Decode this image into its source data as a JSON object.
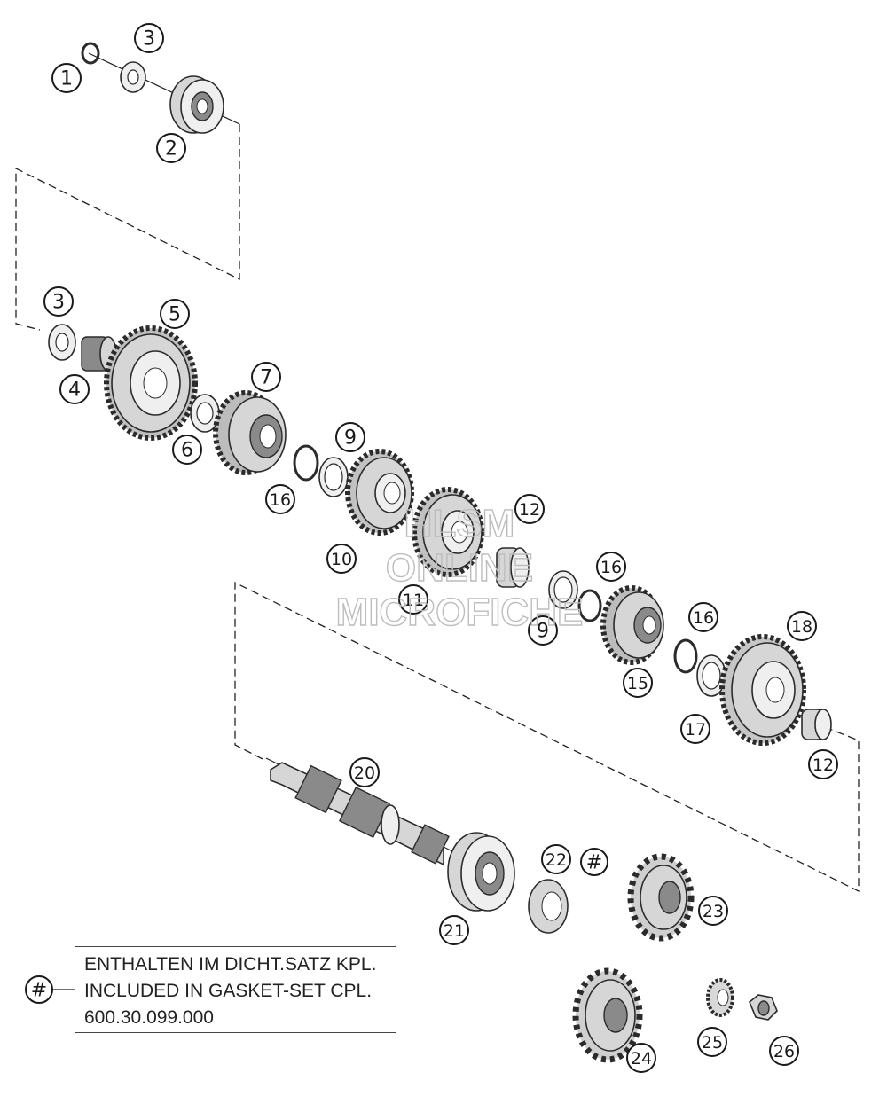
{
  "callouts": {
    "c1": "1",
    "c3a": "3",
    "c2": "2",
    "c3b": "3",
    "c5": "5",
    "c4": "4",
    "c7": "7",
    "c6": "6",
    "c9a": "9",
    "c16a": "16",
    "c10": "10",
    "c11": "11",
    "c12a": "12",
    "c16b": "16",
    "c9b": "9",
    "c16c": "16",
    "c18": "18",
    "c15": "15",
    "c17": "17",
    "c12b": "12",
    "c20": "20",
    "c22": "22",
    "chash": "#",
    "c23": "23",
    "c21": "21",
    "c24": "24",
    "c25": "25",
    "c26": "26",
    "chash_note": "#"
  },
  "note": {
    "line1": "ENTHALTEN IM DICHT.SATZ KPL.",
    "line2": "INCLUDED IN GASKET-SET CPL.",
    "line3": "600.30.099.000"
  },
  "watermark": {
    "line1": "HLSM",
    "line2": "ONLINE",
    "line3": "MICROFICHE"
  }
}
